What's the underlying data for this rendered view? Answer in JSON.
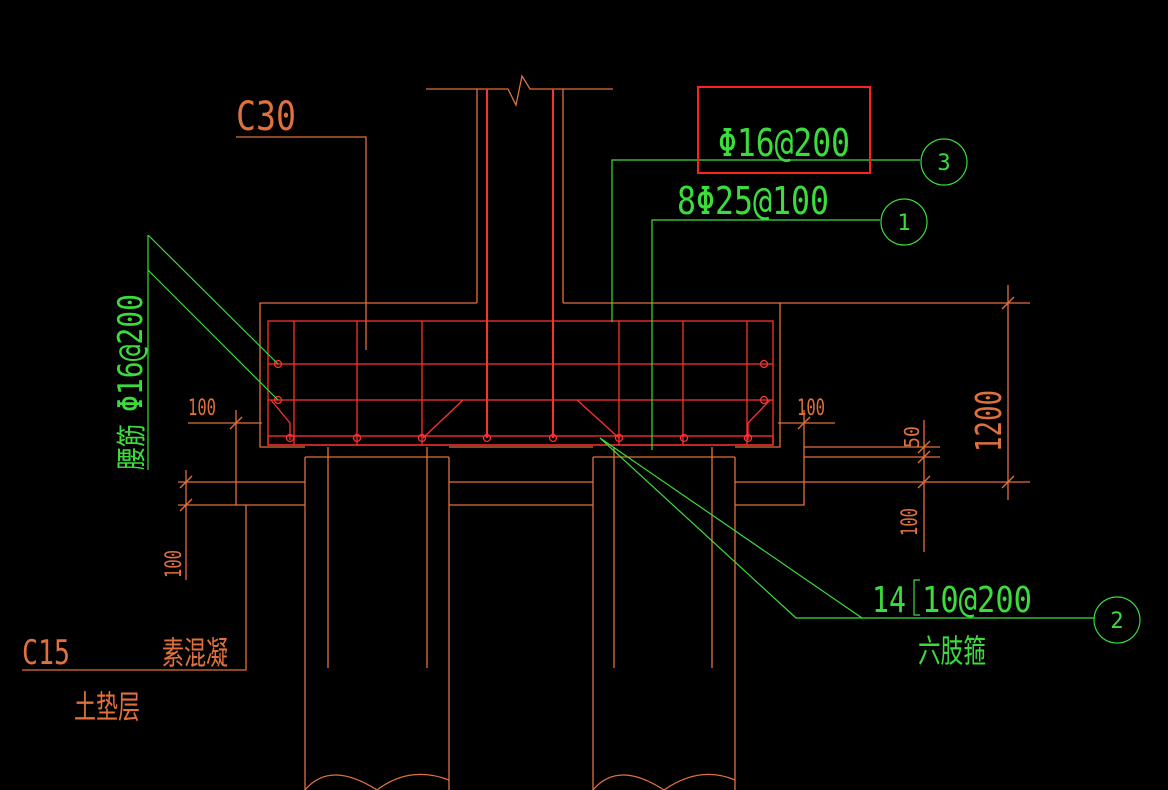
{
  "colors": {
    "background": "#000000",
    "concrete": "#e0703c",
    "rebar": "#ff3030",
    "leader": "#3cdc3c",
    "highlight": "#ff2020"
  },
  "labels": {
    "concrete_grade": "C30",
    "callout_3": "Φ16@200",
    "callout_1": "8Φ25@100",
    "waist_bar_spec": "Φ16@200",
    "waist_bar_name": "腰筋",
    "stirrup_count": "14",
    "stirrup_spec": "10@200",
    "stirrup_type": "六肢箍",
    "cushion_grade": "C15",
    "cushion_type": "素混凝",
    "cushion_layer": "土垫层"
  },
  "callout_numbers": {
    "n1": "1",
    "n2": "2",
    "n3": "3"
  },
  "dimensions": {
    "cover_left": "100",
    "cover_right": "100",
    "cap_height": "1200",
    "bottom_cover": "50",
    "cushion_right": "100",
    "cushion_left": "100"
  }
}
